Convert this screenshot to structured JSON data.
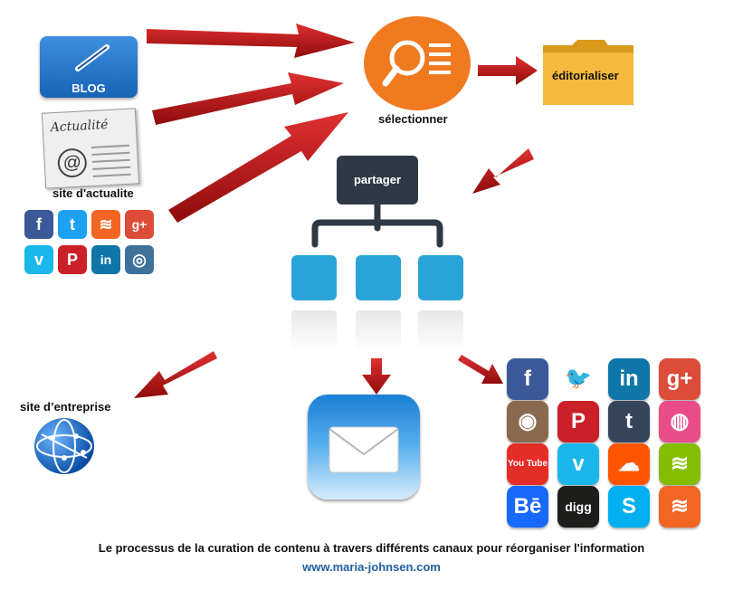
{
  "labels": {
    "selectionner": "sélectionner",
    "editorialiser": "éditorialiser",
    "site_actualite": "site d'actualite",
    "partager": "partager",
    "site_entreprise": "site d’entreprise",
    "blog": "BLOG",
    "actualite_newspaper": "Actualité"
  },
  "caption": "Le processus de la curation de contenu à travers différents canaux pour réorganiser l'information",
  "url": "www.maria-johnsen.com",
  "small_social_icons": [
    {
      "name": "facebook-icon",
      "glyph": "f",
      "color": "#3b5998"
    },
    {
      "name": "twitter-icon",
      "glyph": "t",
      "color": "#1da1f2"
    },
    {
      "name": "rss-icon",
      "glyph": "≋",
      "color": "#f26522"
    },
    {
      "name": "google-plus-icon",
      "glyph": "g+",
      "color": "#dd4b39"
    },
    {
      "name": "vimeo-icon",
      "glyph": "v",
      "color": "#1ab7ea"
    },
    {
      "name": "pinterest-icon",
      "glyph": "P",
      "color": "#cb2027"
    },
    {
      "name": "linkedin-icon",
      "glyph": "in",
      "color": "#0e76a8"
    },
    {
      "name": "instagram-icon",
      "glyph": "◎",
      "color": "#3f729b"
    }
  ],
  "large_social_icons": [
    {
      "name": "facebook-icon",
      "glyph": "f",
      "color": "#3b5998"
    },
    {
      "name": "twitter-bird-icon",
      "glyph": "🐦",
      "color": "#ffffff"
    },
    {
      "name": "linkedin-icon",
      "glyph": "in",
      "color": "#0e76a8"
    },
    {
      "name": "google-plus-icon",
      "glyph": "g+",
      "color": "#dd4b39"
    },
    {
      "name": "instagram-icon",
      "glyph": "◉",
      "color": "#8a6a4f"
    },
    {
      "name": "pinterest-icon",
      "glyph": "P",
      "color": "#cb2027"
    },
    {
      "name": "tumblr-icon",
      "glyph": "t",
      "color": "#35465c"
    },
    {
      "name": "dribbble-icon",
      "glyph": "◍",
      "color": "#ea4c89"
    },
    {
      "name": "youtube-icon",
      "glyph": "You Tube",
      "color": "#e52d27"
    },
    {
      "name": "vimeo-icon",
      "glyph": "v",
      "color": "#1ab7ea"
    },
    {
      "name": "soundcloud-icon",
      "glyph": "☁",
      "color": "#ff5500"
    },
    {
      "name": "spotify-icon",
      "glyph": "≋",
      "color": "#84bd00"
    },
    {
      "name": "behance-icon",
      "glyph": "Bē",
      "color": "#1769ff"
    },
    {
      "name": "digg-icon",
      "glyph": "digg",
      "color": "#1d1d1b"
    },
    {
      "name": "skype-icon",
      "glyph": "S",
      "color": "#00aff0"
    },
    {
      "name": "rss-icon",
      "glyph": "≋",
      "color": "#f26522"
    }
  ],
  "colors": {
    "arrow": "#c41414",
    "selection": "#f07a20",
    "partager_box": "#2e3945",
    "share_boxes": "#2aa4d8"
  }
}
